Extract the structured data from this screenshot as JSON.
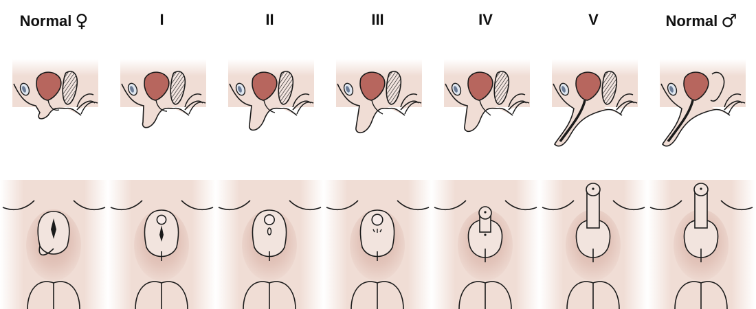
{
  "stages": [
    {
      "label": "Normal",
      "symbol": "♀",
      "symbol_name": "female-symbol-icon"
    },
    {
      "label": "I",
      "symbol": ""
    },
    {
      "label": "II",
      "symbol": ""
    },
    {
      "label": "III",
      "symbol": ""
    },
    {
      "label": "IV",
      "symbol": ""
    },
    {
      "label": "V",
      "symbol": ""
    },
    {
      "label": "Normal",
      "symbol": "♂",
      "symbol_name": "male-symbol-icon"
    }
  ],
  "colors": {
    "outline": "#1a1a1a",
    "skin": "#f0ddd5",
    "skin_dark": "#dcb8ad",
    "bladder": "#b7665e",
    "rectum_hatch": "#1a1a1a",
    "shadow": "#c99a8e"
  },
  "icons": [
    "female-symbol-icon",
    "male-symbol-icon"
  ]
}
